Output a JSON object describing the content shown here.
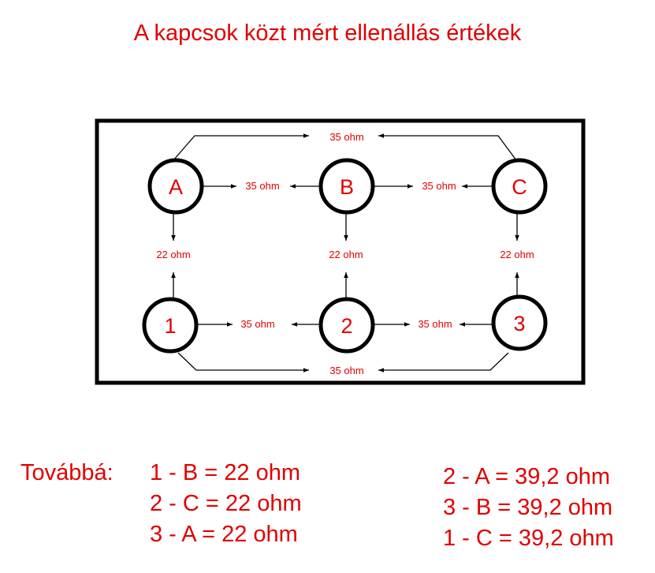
{
  "title": "A kapcsok közt mért ellenállás értékek",
  "colors": {
    "text": "#e00000",
    "stroke": "#000000"
  },
  "nodes": [
    {
      "id": "A",
      "label": "A"
    },
    {
      "id": "B",
      "label": "B"
    },
    {
      "id": "C",
      "label": "C"
    },
    {
      "id": "1",
      "label": "1"
    },
    {
      "id": "2",
      "label": "2"
    },
    {
      "id": "3",
      "label": "3"
    }
  ],
  "edges": [
    {
      "from": "A",
      "to": "C",
      "label": "35 ohm"
    },
    {
      "from": "A",
      "to": "B",
      "label": "35 ohm"
    },
    {
      "from": "B",
      "to": "C",
      "label": "35 ohm"
    },
    {
      "from": "A",
      "to": "1",
      "label": "22 ohm"
    },
    {
      "from": "B",
      "to": "2",
      "label": "22 ohm"
    },
    {
      "from": "C",
      "to": "3",
      "label": "22 ohm"
    },
    {
      "from": "1",
      "to": "2",
      "label": "35 ohm"
    },
    {
      "from": "2",
      "to": "3",
      "label": "35 ohm"
    },
    {
      "from": "1",
      "to": "3",
      "label": "35 ohm"
    }
  ],
  "notes": {
    "prefix": "Továbbá:",
    "left": [
      "1 - B = 22 ohm",
      "2 - C = 22 ohm",
      "3 - A = 22 ohm"
    ],
    "right": [
      "2 - A = 39,2 ohm",
      "3 - B = 39,2 ohm",
      "1 - C = 39,2 ohm"
    ]
  }
}
